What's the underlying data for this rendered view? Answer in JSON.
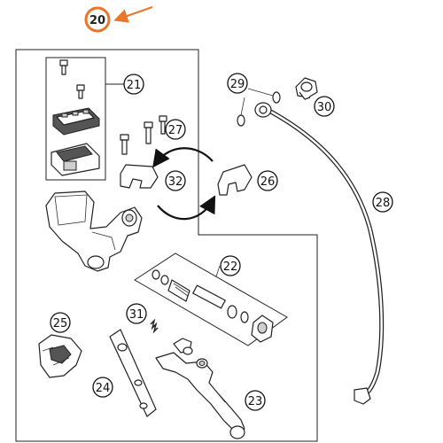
{
  "diagram": {
    "main_label": "20",
    "accent_color": "#e8762b",
    "callouts": [
      {
        "id": "21",
        "label": "21"
      },
      {
        "id": "22",
        "label": "22"
      },
      {
        "id": "23",
        "label": "23"
      },
      {
        "id": "24",
        "label": "24"
      },
      {
        "id": "25",
        "label": "25"
      },
      {
        "id": "26",
        "label": "26"
      },
      {
        "id": "27",
        "label": "27"
      },
      {
        "id": "28",
        "label": "28"
      },
      {
        "id": "29",
        "label": "29"
      },
      {
        "id": "30",
        "label": "30"
      },
      {
        "id": "31",
        "label": "31"
      },
      {
        "id": "32",
        "label": "32"
      }
    ]
  }
}
